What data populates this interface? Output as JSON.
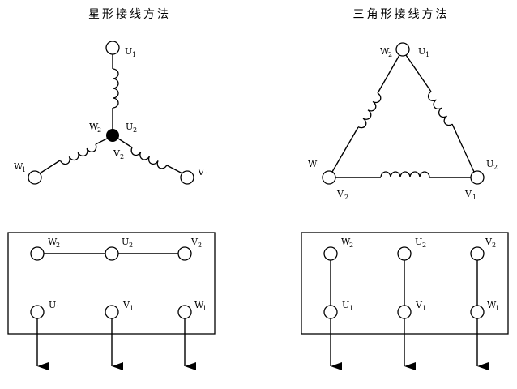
{
  "star": {
    "title": "星形接线方法",
    "labels": {
      "U1": [
        "U",
        "1"
      ],
      "U2": [
        "U",
        "2"
      ],
      "W2": [
        "W",
        "2"
      ],
      "V2": [
        "V",
        "2"
      ],
      "W1": [
        "W",
        "1"
      ],
      "V1": [
        "V",
        "1"
      ]
    },
    "box": {
      "top": [
        [
          "W",
          "2"
        ],
        [
          "U",
          "2"
        ],
        [
          "V",
          "2"
        ]
      ],
      "bottom": [
        [
          "U",
          "1"
        ],
        [
          "V",
          "1"
        ],
        [
          "W",
          "1"
        ]
      ]
    }
  },
  "delta": {
    "title": "三角形接线方法",
    "labels": {
      "W2": [
        "W",
        "2"
      ],
      "U1": [
        "U",
        "1"
      ],
      "W1": [
        "W",
        "1"
      ],
      "U2": [
        "U",
        "2"
      ],
      "V2": [
        "V",
        "2"
      ],
      "V1": [
        "V",
        "1"
      ]
    },
    "box": {
      "top": [
        [
          "W",
          "2"
        ],
        [
          "U",
          "2"
        ],
        [
          "V",
          "2"
        ]
      ],
      "bottom": [
        [
          "U",
          "1"
        ],
        [
          "V",
          "1"
        ],
        [
          "W",
          "1"
        ]
      ]
    }
  }
}
